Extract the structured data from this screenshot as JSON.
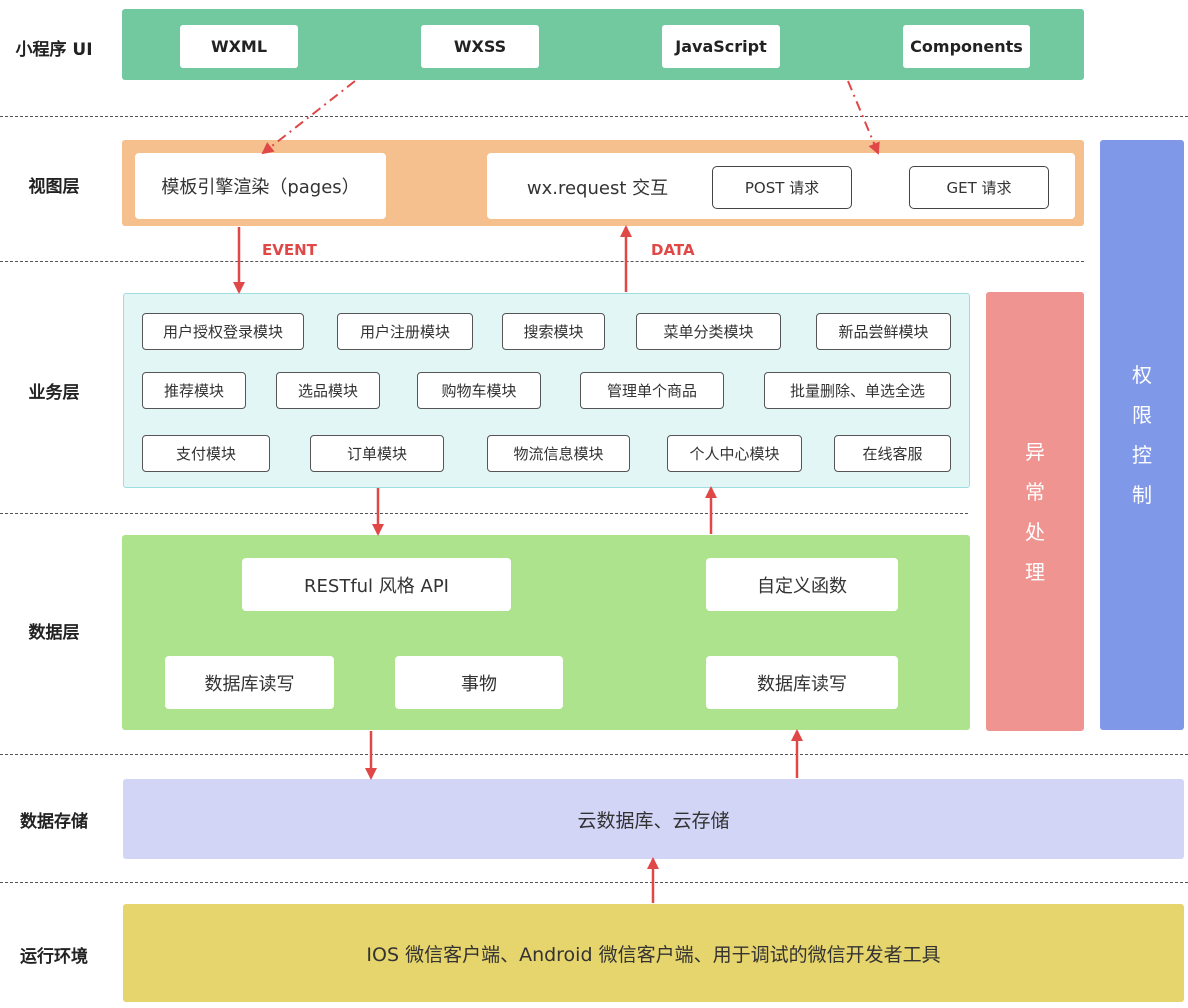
{
  "row_labels": {
    "ui": "小程序 UI",
    "view": "视图层",
    "business": "业务层",
    "data": "数据层",
    "storage": "数据存储",
    "runtime": "运行环境"
  },
  "ui_layer": {
    "items": [
      "WXML",
      "WXSS",
      "JavaScript",
      "Components"
    ]
  },
  "view_layer": {
    "template_render": "模板引擎渲染（pages）",
    "request_title": "wx.request 交互",
    "post": "POST 请求",
    "get": "GET 请求"
  },
  "arrows": {
    "event": "EVENT",
    "data": "DATA"
  },
  "business_layer": {
    "rows": [
      [
        "用户授权登录模块",
        "用户注册模块",
        "搜索模块",
        "菜单分类模块",
        "新品尝鲜模块"
      ],
      [
        "推荐模块",
        "选品模块",
        "购物车模块",
        "管理单个商品",
        "批量删除、单选全选"
      ],
      [
        "支付模块",
        "订单模块",
        "物流信息模块",
        "个人中心模块",
        "在线客服"
      ]
    ]
  },
  "data_layer": {
    "restful": "RESTful 风格 API",
    "custom_func": "自定义函数",
    "db_rw_left": "数据库读写",
    "transaction": "事物",
    "db_rw_right": "数据库读写"
  },
  "storage_layer": {
    "text": "云数据库、云存储"
  },
  "runtime_layer": {
    "text": "IOS 微信客户端、Android 微信客户端、用于调试的微信开发者工具"
  },
  "side": {
    "exception": [
      "异",
      "常",
      "处",
      "理"
    ],
    "permission": [
      "权",
      "限",
      "控",
      "制"
    ]
  },
  "colors": {
    "ui_band": "#72c9a0",
    "view_band": "#f5c08e",
    "business_band": "#e2f6f6",
    "data_band": "#ade38c",
    "storage_band": "#d3d5f7",
    "runtime_band": "#e6d46c",
    "exception_band": "#ef9491",
    "permission_band": "#8098e8",
    "arrow": "#e04848"
  }
}
